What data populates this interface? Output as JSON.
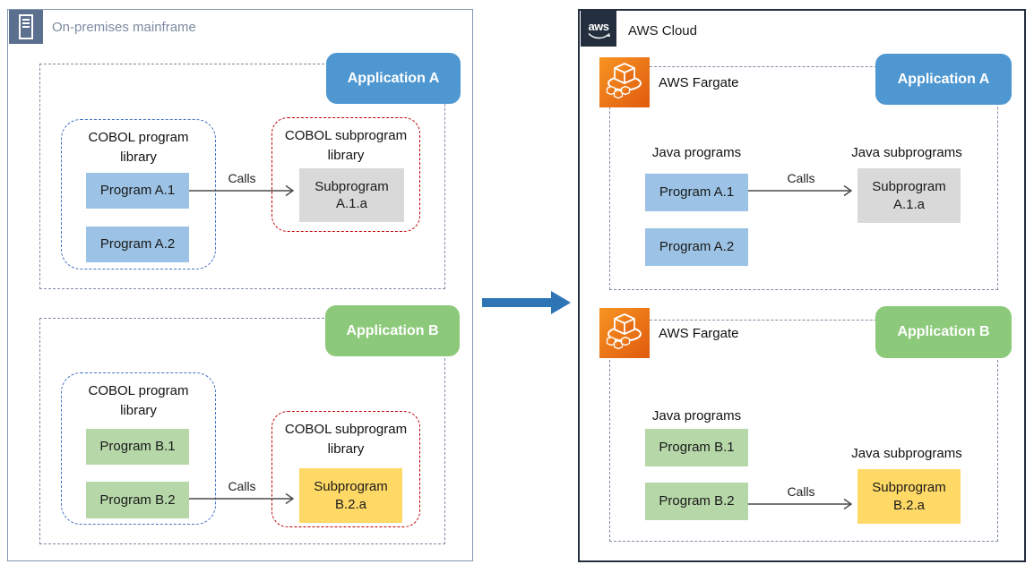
{
  "left_panel": {
    "title": "On-premises mainframe",
    "applications": [
      {
        "name": "Application A",
        "program_library": {
          "title": "COBOL program library",
          "programs": [
            "Program A.1",
            "Program A.2"
          ]
        },
        "subprogram_library": {
          "title": "COBOL subprogram library",
          "subprograms": [
            "Subprogram A.1.a"
          ]
        },
        "call_label": "Calls"
      },
      {
        "name": "Application B",
        "program_library": {
          "title": "COBOL program library",
          "programs": [
            "Program B.1",
            "Program B.2"
          ]
        },
        "subprogram_library": {
          "title": "COBOL subprogram library",
          "subprograms": [
            "Subprogram B.2.a"
          ]
        },
        "call_label": "Calls"
      }
    ]
  },
  "right_panel": {
    "title": "AWS Cloud",
    "logo_text": "aws",
    "applications": [
      {
        "name": "Application A",
        "service_label": "AWS Fargate",
        "programs_label": "Java programs",
        "programs": [
          "Program A.1",
          "Program A.2"
        ],
        "subprograms_label": "Java subprograms",
        "subprograms": [
          "Subprogram A.1.a"
        ],
        "call_label": "Calls"
      },
      {
        "name": "Application B",
        "service_label": "AWS Fargate",
        "programs_label": "Java programs",
        "programs": [
          "Program B.1",
          "Program B.2"
        ],
        "subprograms_label": "Java subprograms",
        "subprograms": [
          "Subprogram B.2.a"
        ],
        "call_label": "Calls"
      }
    ]
  },
  "icons": {
    "mainframe": "server-tower-icon",
    "aws_logo": "aws-smile-logo-icon",
    "fargate": "cube-over-ring-icon"
  },
  "colors": {
    "application_a_fill": "#4e97d1",
    "application_b_fill": "#8cc97a",
    "program_blue_fill": "#9cc3e5",
    "program_green_fill": "#b6d7a8",
    "subprogram_gray_fill": "#d9d9d9",
    "subprogram_yellow_fill": "#ffd966",
    "program_library_border": "#4472c4",
    "subprogram_library_border": "#c00000",
    "onprem_border": "#8496b0",
    "aws_border": "#232f3e",
    "fargate_orange_start": "#f79422",
    "fargate_orange_end": "#e05a0e",
    "migration_arrow": "#2e75b6"
  }
}
